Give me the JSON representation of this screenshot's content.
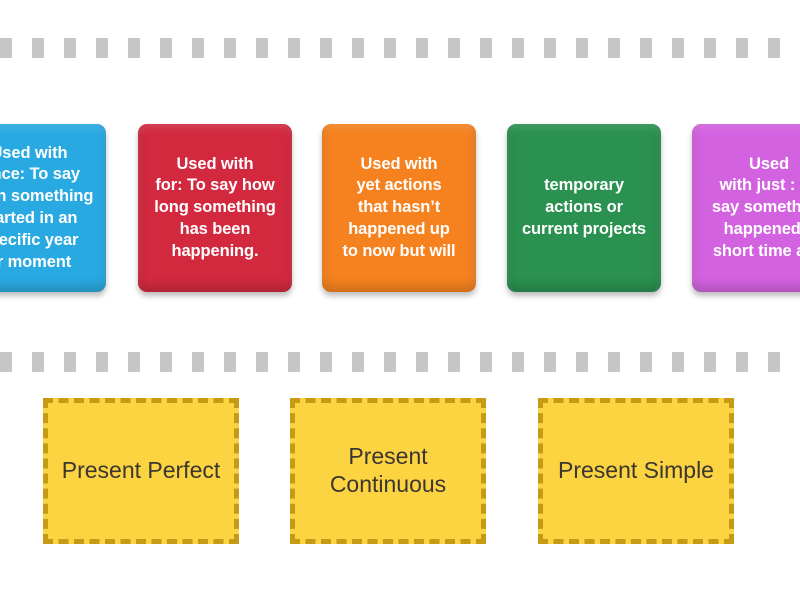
{
  "activity": {
    "type": "match-up-drag-and-drop",
    "topic": "Present Perfect / Present Continuous / Present Simple"
  },
  "separators": {
    "dash_color": "#c6c6c6",
    "dash_count": 25,
    "top": {
      "name": "top-divider"
    },
    "middle": {
      "name": "middle-divider"
    }
  },
  "cards": [
    {
      "id": "card-since",
      "text": "Used with\nsince: To say\nwhen something\nstarted in an\nspecific year\nor moment",
      "color": "#29a9e1",
      "color_name": "blue",
      "clipped": "left"
    },
    {
      "id": "card-for",
      "text": "Used with\nfor: To say how\nlong something\nhas been\nhappening.",
      "color": "#d2293f",
      "color_name": "red",
      "clipped": "none"
    },
    {
      "id": "card-yet",
      "text": "Used with\nyet actions\nthat hasn’t\nhappened up\nto now but will",
      "color": "#f5821f",
      "color_name": "orange",
      "clipped": "none"
    },
    {
      "id": "card-temporary",
      "text": "temporary\nactions or\ncurrent projects",
      "color": "#2a9150",
      "color_name": "green",
      "clipped": "none"
    },
    {
      "id": "card-just",
      "text": "Used\nwith just : To\nsay something\nhappened a\nshort time ago",
      "color": "#d362e0",
      "color_name": "magenta",
      "clipped": "right"
    }
  ],
  "tiles": [
    {
      "id": "tile-present-perfect",
      "label": "Present Perfect",
      "fill": "#fcd340",
      "border": "#c79a16"
    },
    {
      "id": "tile-present-continuous",
      "label": "Present\nContinuous",
      "fill": "#fcd340",
      "border": "#c79a16"
    },
    {
      "id": "tile-present-simple",
      "label": "Present Simple",
      "fill": "#fcd340",
      "border": "#c79a16"
    }
  ]
}
